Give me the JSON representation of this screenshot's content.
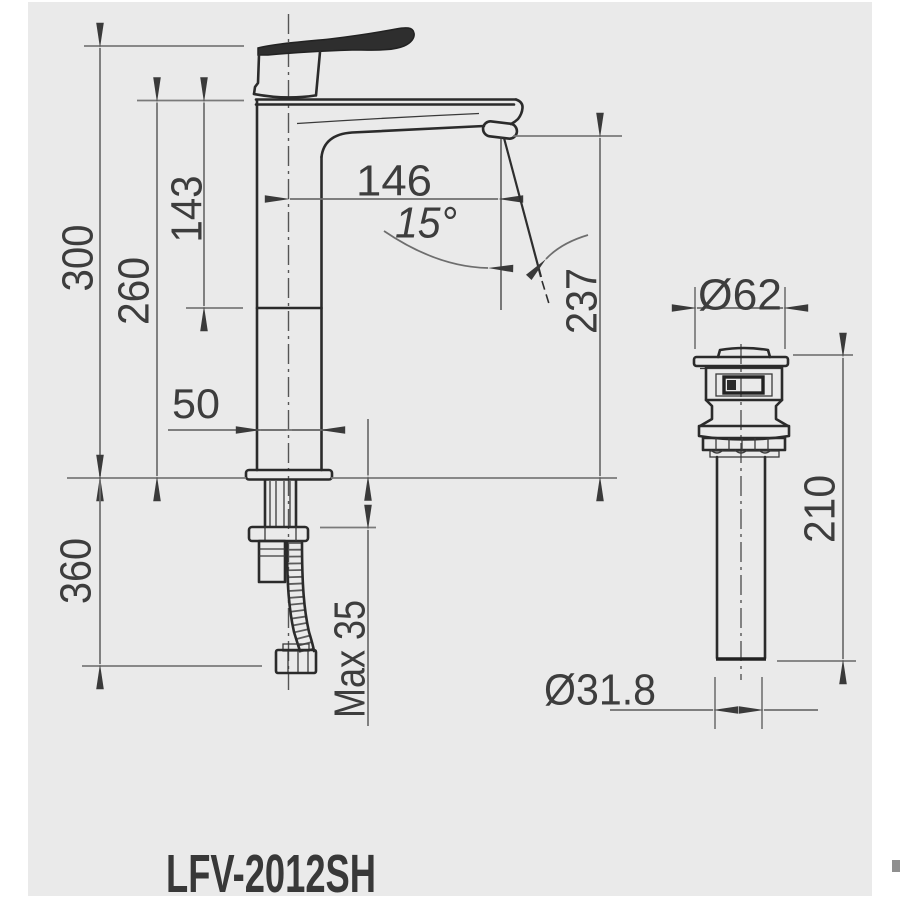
{
  "colors": {
    "panel_bg": "#eaeaea",
    "outline": "#2b2b2b",
    "dimension_line": "#6e6e6e",
    "extension_line": "#7a7a7a",
    "arrow": "#3a3a3a",
    "text": "#3d3d3d"
  },
  "model_label": "LFV-2012SH",
  "faucet_dims": {
    "overall_height": "300",
    "spout_top_height": "260",
    "upper_section_height": "143",
    "spout_reach": "146",
    "spout_angle": "15°",
    "spout_to_deck": "237",
    "body_width": "50",
    "below_deck_length": "360",
    "max_deck_thickness": "Max 35"
  },
  "drain_dims": {
    "flange_diameter": "Ø62",
    "tail_length": "210",
    "pipe_diameter": "Ø31.8"
  }
}
